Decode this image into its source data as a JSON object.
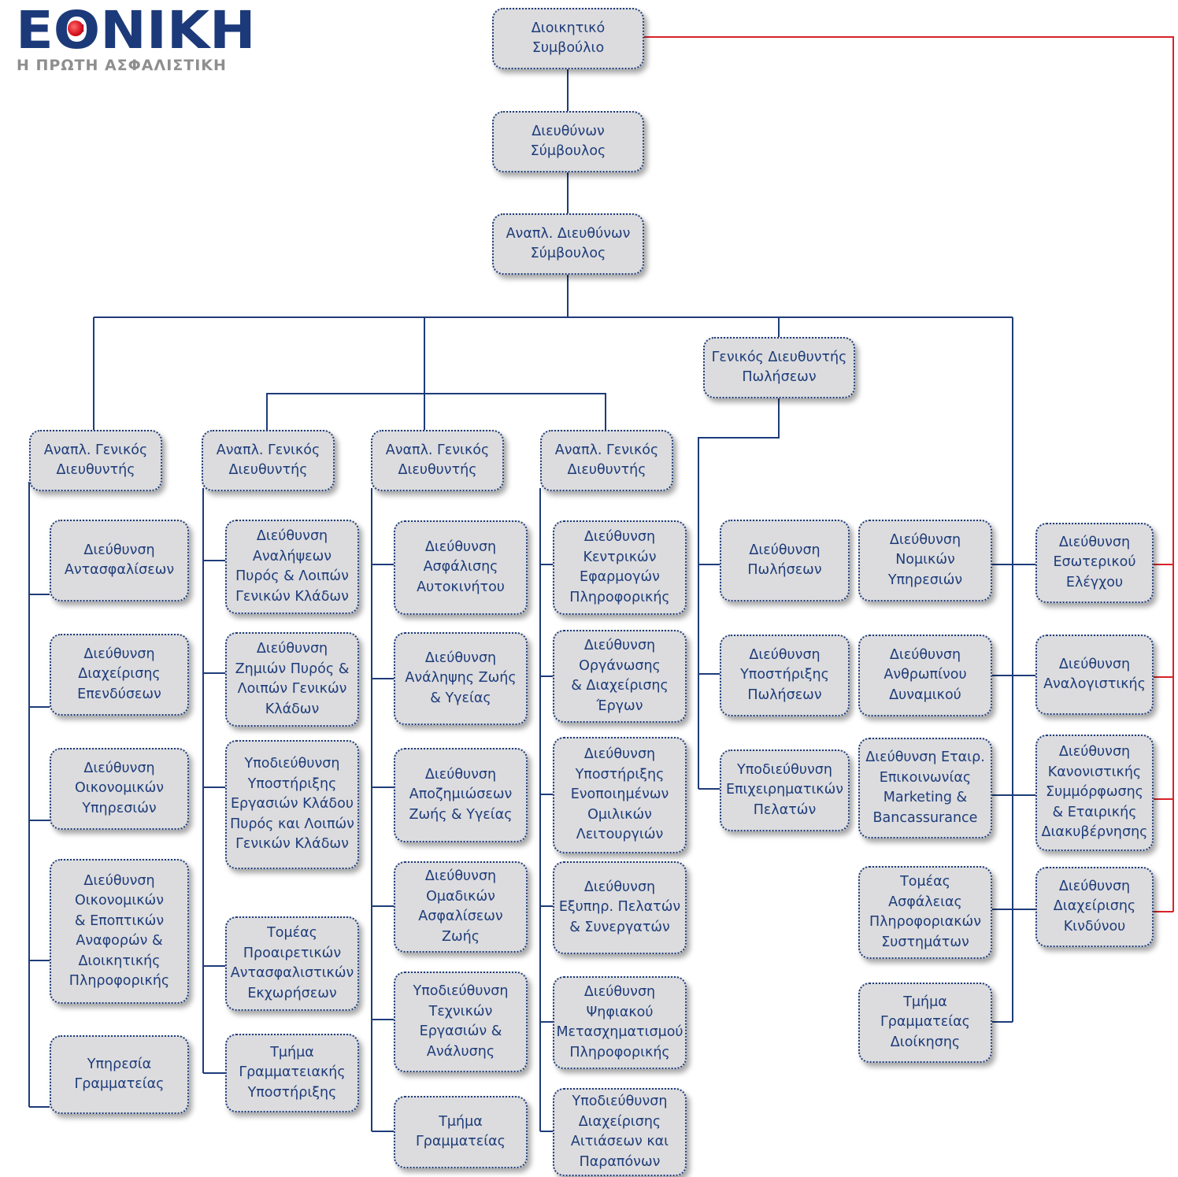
{
  "logo": {
    "word": "ΕΘΝΙΚΗ",
    "tagline": "Η ΠΡΩΤΗ ΑΣΦΑΛΙΣΤΙΚΗ"
  },
  "colors": {
    "box_fill": "#dcdcde",
    "box_border": "#1e3c7a",
    "text": "#1e3c7a",
    "line_blue": "#1e3c7a",
    "line_red": "#d8232a",
    "logo_blue": "#1c3a7a",
    "logo_red": "#d50f1b",
    "logo_grey": "#8e8e8e"
  },
  "nodes": {
    "board": "Διοικητικό\nΣυμβούλιο",
    "ceo": "Διευθύνων\nΣύμβουλος",
    "deputy_ceo": "Αναπλ. Διευθύνων\nΣύμβουλος",
    "gm_sales": "Γενικός Διευθυντής\nΠωλήσεων",
    "dgm1": "Αναπλ. Γενικός\nΔιευθυντής",
    "dgm2": "Αναπλ. Γενικός\nΔιευθυντής",
    "dgm3": "Αναπλ. Γενικός\nΔιευθυντής",
    "dgm4": "Αναπλ. Γενικός\nΔιευθυντής",
    "c1_1": "Διεύθυνση\nΑντασφαλίσεων",
    "c1_2": "Διεύθυνση\nΔιαχείρισης\nΕπενδύσεων",
    "c1_3": "Διεύθυνση\nΟικονομικών\nΥπηρεσιών",
    "c1_4": "Διεύθυνση\nΟικονομικών\n& Εποπτικών\nΑναφορών &\nΔιοικητικής\nΠληροφορικής",
    "c1_5": "Υπηρεσία\nΓραμματείας",
    "c2_1": "Διεύθυνση\nΑναλήψεων\nΠυρός & Λοιπών\nΓενικών Κλάδων",
    "c2_2": "Διεύθυνση\nΖημιών Πυρός &\nΛοιπών Γενικών\nΚλάδων",
    "c2_3": "Υποδιεύθυνση\nΥποστήριξης\nΕργασιών Κλάδου\nΠυρός και Λοιπών\nΓενικών Κλάδων",
    "c2_4": "Τομέας\nΠροαιρετικών\nΑντασφαλιστικών\nΕκχωρήσεων",
    "c2_5": "Τμήμα\nΓραμματειακής\nΥποστήριξης",
    "c3_1": "Διεύθυνση\nΑσφάλισης\nΑυτοκινήτου",
    "c3_2": "Διεύθυνση\nΑνάληψης Ζωής\n& Υγείας",
    "c3_3": "Διεύθυνση\nΑποζημιώσεων\nΖωής & Υγείας",
    "c3_4": "Διεύθυνση\nΟμαδικών\nΑσφαλίσεων\nΖωής",
    "c3_5": "Υποδιεύθυνση\nΤεχνικών\nΕργασιών &\nΑνάλυσης",
    "c3_6": "Τμήμα\nΓραμματείας",
    "c4_1": "Διεύθυνση\nΚεντρικών\nΕφαρμογών\nΠληροφορικής",
    "c4_2": "Διεύθυνση\nΟργάνωσης\n& Διαχείρισης\nΈργων",
    "c4_3": "Διεύθυνση\nΥποστήριξης\nΕνοποιημένων\nΟμιλικών\nΛειτουργιών",
    "c4_4": "Διεύθυνση\nΕξυπηρ. Πελατών\n& Συνεργατών",
    "c4_5": "Διεύθυνση\nΨηφιακού\nΜετασχηματισμού\nΠληροφορικής",
    "c4_6": "Υποδιεύθυνση\nΔιαχείρισης\nΑιτιάσεων και\nΠαραπόνων",
    "c5_1": "Διεύθυνση\nΠωλήσεων",
    "c5_2": "Διεύθυνση\nΥποστήριξης\nΠωλήσεων",
    "c5_3": "Υποδιεύθυνση\nΕπιχειρηματικών\nΠελατών",
    "c6_1": "Διεύθυνση\nΝομικών\nΥπηρεσιών",
    "c6_2": "Διεύθυνση\nΑνθρωπίνου\nΔυναμικού",
    "c6_3": "Διεύθυνση Εταιρ.\nΕπικοινωνίας\nMarketing &\nBancassurance",
    "c6_4": "Τομέας\nΑσφάλειας\nΠληροφοριακών\nΣυστημάτων",
    "c6_5": "Τμήμα\nΓραμματείας\nΔιοίκησης",
    "c7_1": "Διεύθυνση\nΕσωτερικού\nΕλέγχου",
    "c7_2": "Διεύθυνση\nΑναλογιστικής",
    "c7_3": "Διεύθυνση\nΚανονιστικής\nΣυμμόρφωσης\n& Εταιρικής\nΔιακυβέρνησης",
    "c7_4": "Διεύθυνση\nΔιαχείρισης\nΚινδύνου"
  }
}
